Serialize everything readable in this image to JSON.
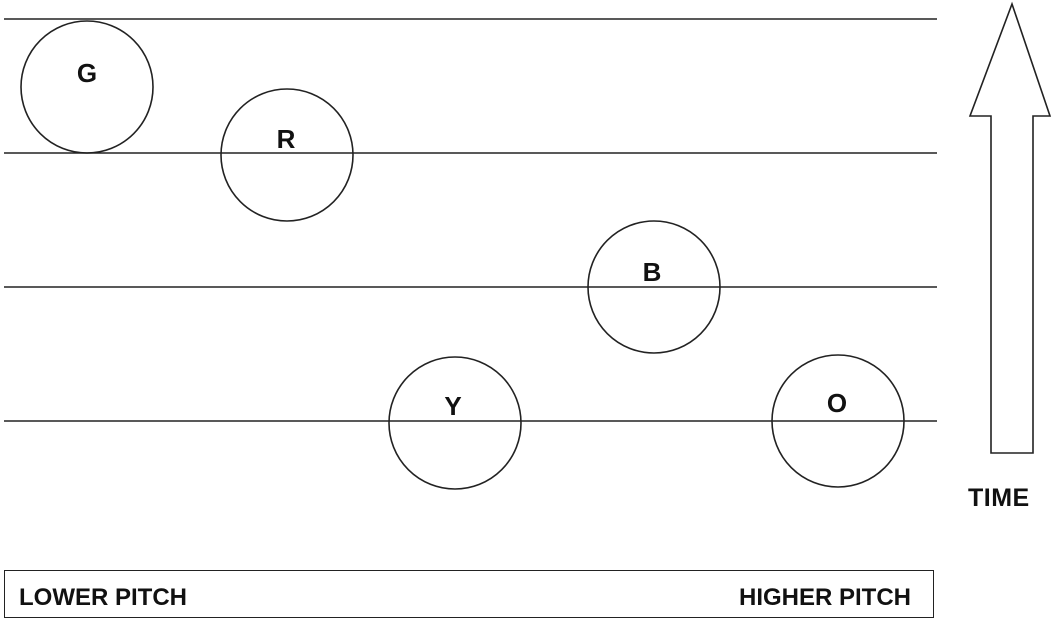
{
  "notes": [
    {
      "letter": "G",
      "pitch_rank": 1,
      "time_row": 1
    },
    {
      "letter": "R",
      "pitch_rank": 2,
      "time_row": 2
    },
    {
      "letter": "Y",
      "pitch_rank": 3,
      "time_row": 4
    },
    {
      "letter": "B",
      "pitch_rank": 4,
      "time_row": 3
    },
    {
      "letter": "O",
      "pitch_rank": 5,
      "time_row": 4
    }
  ],
  "time_axis": {
    "label": "TIME",
    "direction": "up"
  },
  "pitch_axis": {
    "low_label": "LOWER PITCH",
    "high_label": "HIGHER PITCH"
  }
}
